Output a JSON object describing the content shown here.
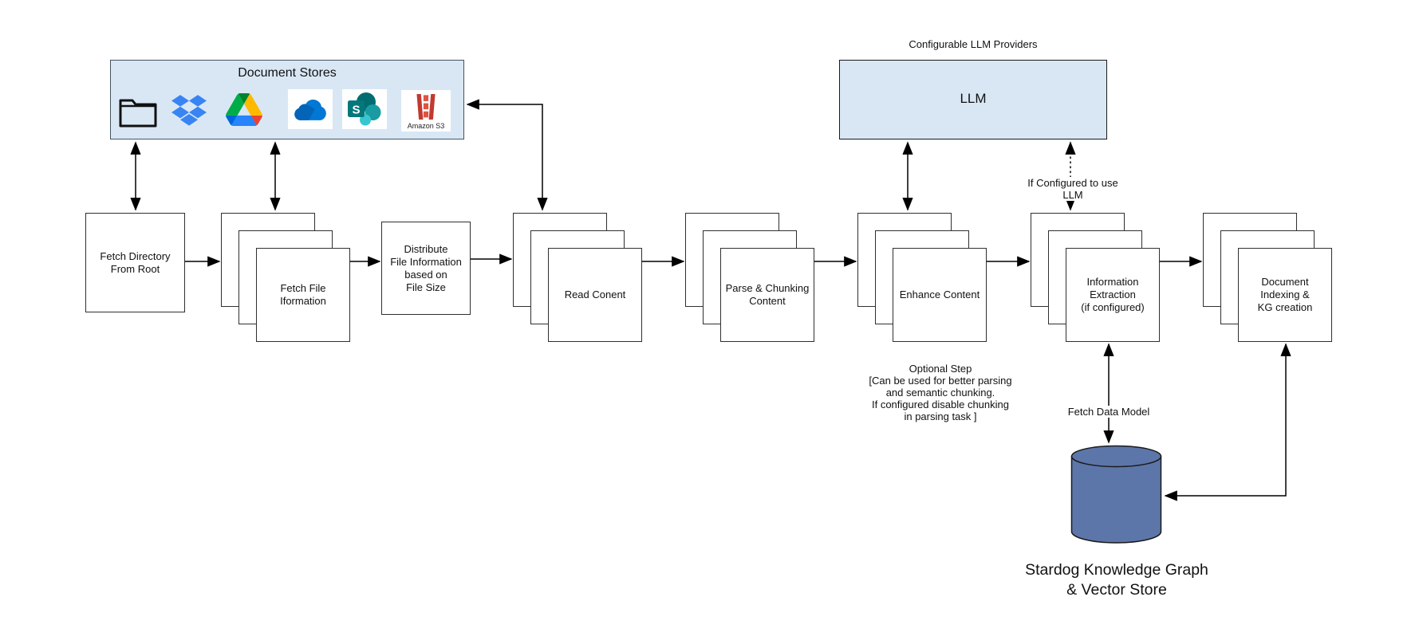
{
  "document_stores": {
    "title": "Document Stores",
    "icons": [
      {
        "name": "folder"
      },
      {
        "name": "dropbox"
      },
      {
        "name": "google-drive"
      },
      {
        "name": "onedrive"
      },
      {
        "name": "sharepoint",
        "badge": "S"
      },
      {
        "name": "amazon-s3",
        "caption": "Amazon S3"
      }
    ]
  },
  "llm_panel": {
    "caption": "Configurable LLM Providers",
    "label": "LLM"
  },
  "nodes": {
    "fetch_directory": "Fetch Directory\nFrom Root",
    "fetch_file": "Fetch File\nIformation",
    "distribute": "Distribute\nFile Information\nbased on\nFile Size",
    "read_content": "Read Conent",
    "parse_chunking": "Parse & Chunking\nContent",
    "enhance": "Enhance Content",
    "info_extraction": "Information\nExtraction\n(if configured)",
    "doc_indexing": "Document\nIndexing &\nKG creation"
  },
  "annotations": {
    "if_configured": "If Configured to use LLM",
    "optional_step": "Optional Step\n[Can be used for better parsing\nand semantic chunking.\nIf configured disable chunking\nin parsing task ]",
    "fetch_data_model": "Fetch Data Model",
    "stardog_label": "Stardog Knowledge Graph\n& Vector Store"
  },
  "colors": {
    "panel_fill": "#d9e7f5",
    "cylinder_fill": "#5d76a9",
    "arrow": "#000000",
    "dropbox_blue": "#3984f3",
    "onedrive_blue": "#0078d4",
    "sharepoint_teal": "#036c70",
    "s3_red": "#c13a30"
  }
}
